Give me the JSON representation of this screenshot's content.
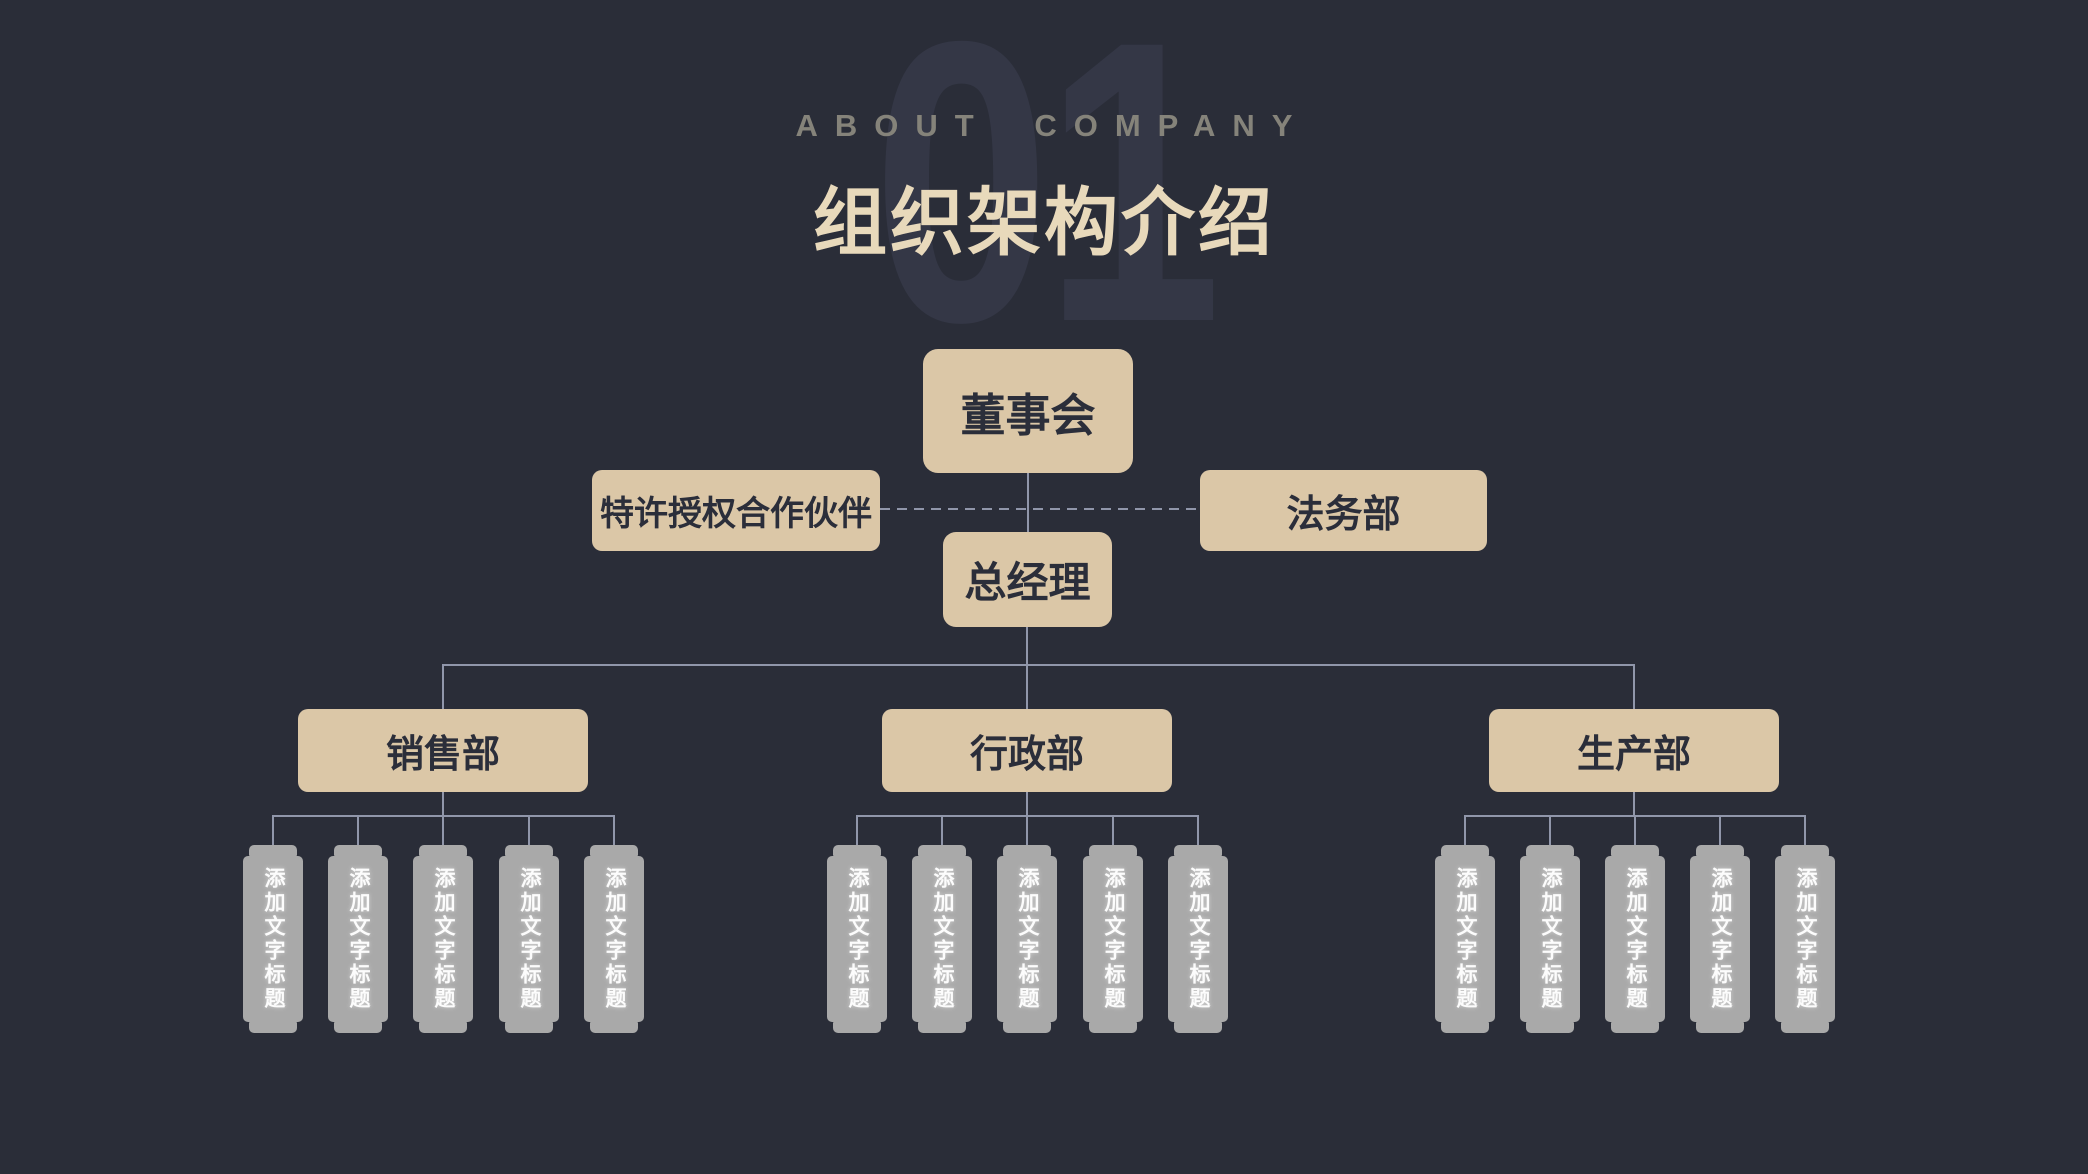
{
  "header": {
    "watermark": "01",
    "eyebrow": "ABOUT COMPANY",
    "title": "组织架构介绍"
  },
  "org_chart": {
    "root": {
      "label": "董事会"
    },
    "partners": {
      "label": "特许授权合作伙伴"
    },
    "legal": {
      "label": "法务部"
    },
    "manager": {
      "label": "总经理"
    },
    "departments": [
      {
        "label": "销售部",
        "children": [
          "添加文字标题",
          "添加文字标题",
          "添加文字标题",
          "添加文字标题",
          "添加文字标题"
        ]
      },
      {
        "label": "行政部",
        "children": [
          "添加文字标题",
          "添加文字标题",
          "添加文字标题",
          "添加文字标题",
          "添加文字标题"
        ]
      },
      {
        "label": "生产部",
        "children": [
          "添加文字标题",
          "添加文字标题",
          "添加文字标题",
          "添加文字标题",
          "添加文字标题"
        ]
      }
    ]
  },
  "colors": {
    "background": "#2a2d38",
    "node_fill": "#dbc7a7",
    "node_text": "#2b2e3a",
    "connector": "#9096aa",
    "child_fill": "#a9a9a9",
    "child_text": "#fcfcfc",
    "title_text": "#e8d9bb",
    "eyebrow_text": "#85837a",
    "watermark_text": "#343746"
  }
}
